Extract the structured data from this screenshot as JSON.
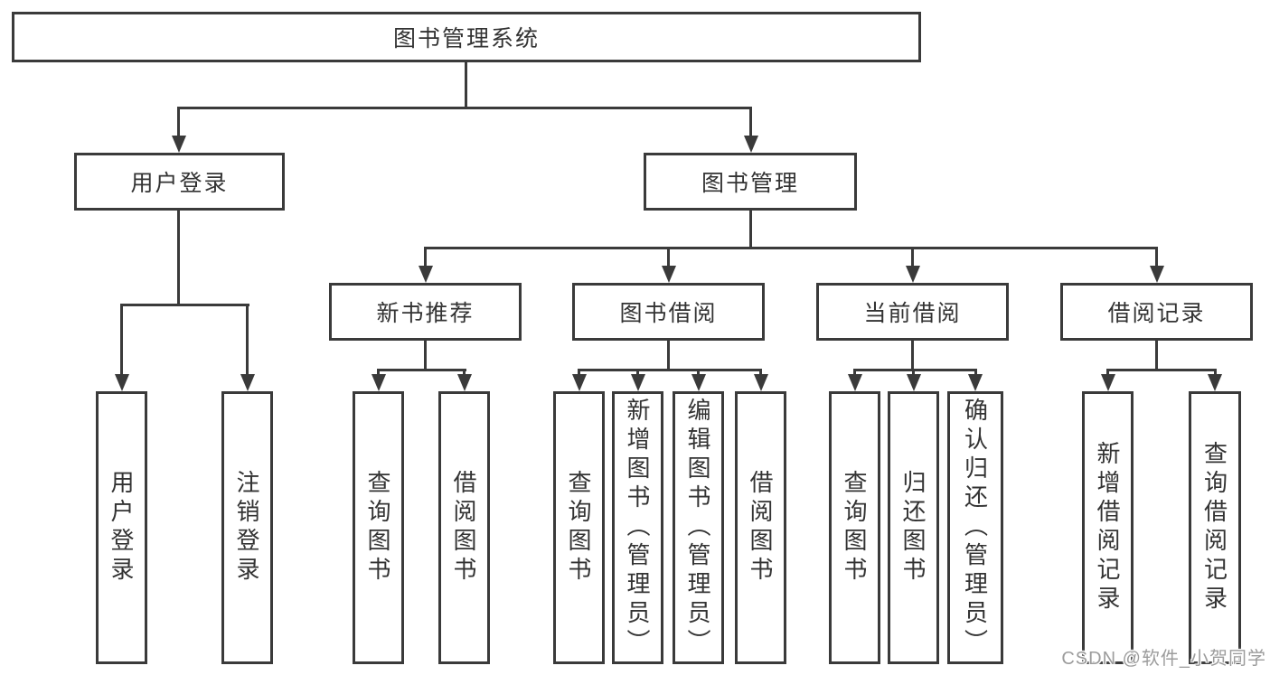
{
  "colors": {
    "border": "#3a3a3a",
    "line": "#3a3a3a",
    "text": "#333333",
    "background": "#ffffff",
    "watermark": "#9c9c9c"
  },
  "tree": {
    "root": {
      "label": "图书管理系统"
    },
    "level2": [
      {
        "label": "用户登录",
        "leaves": [
          "用户登录",
          "注销登录"
        ]
      },
      {
        "label": "图书管理",
        "groups": [
          {
            "label": "新书推荐",
            "leaves": [
              "查询图书",
              "借阅图书"
            ]
          },
          {
            "label": "图书借阅",
            "leaves": [
              "查询图书",
              "新增图书（管理员）",
              "编辑图书（管理员）",
              "借阅图书"
            ]
          },
          {
            "label": "当前借阅",
            "leaves": [
              "查询图书",
              "归还图书",
              "确认归还（管理员）"
            ]
          },
          {
            "label": "借阅记录",
            "leaves": [
              "新增借阅记录",
              "查询借阅记录"
            ]
          }
        ]
      }
    ]
  },
  "watermark": {
    "text": "CSDN @软件_小贺同学"
  }
}
